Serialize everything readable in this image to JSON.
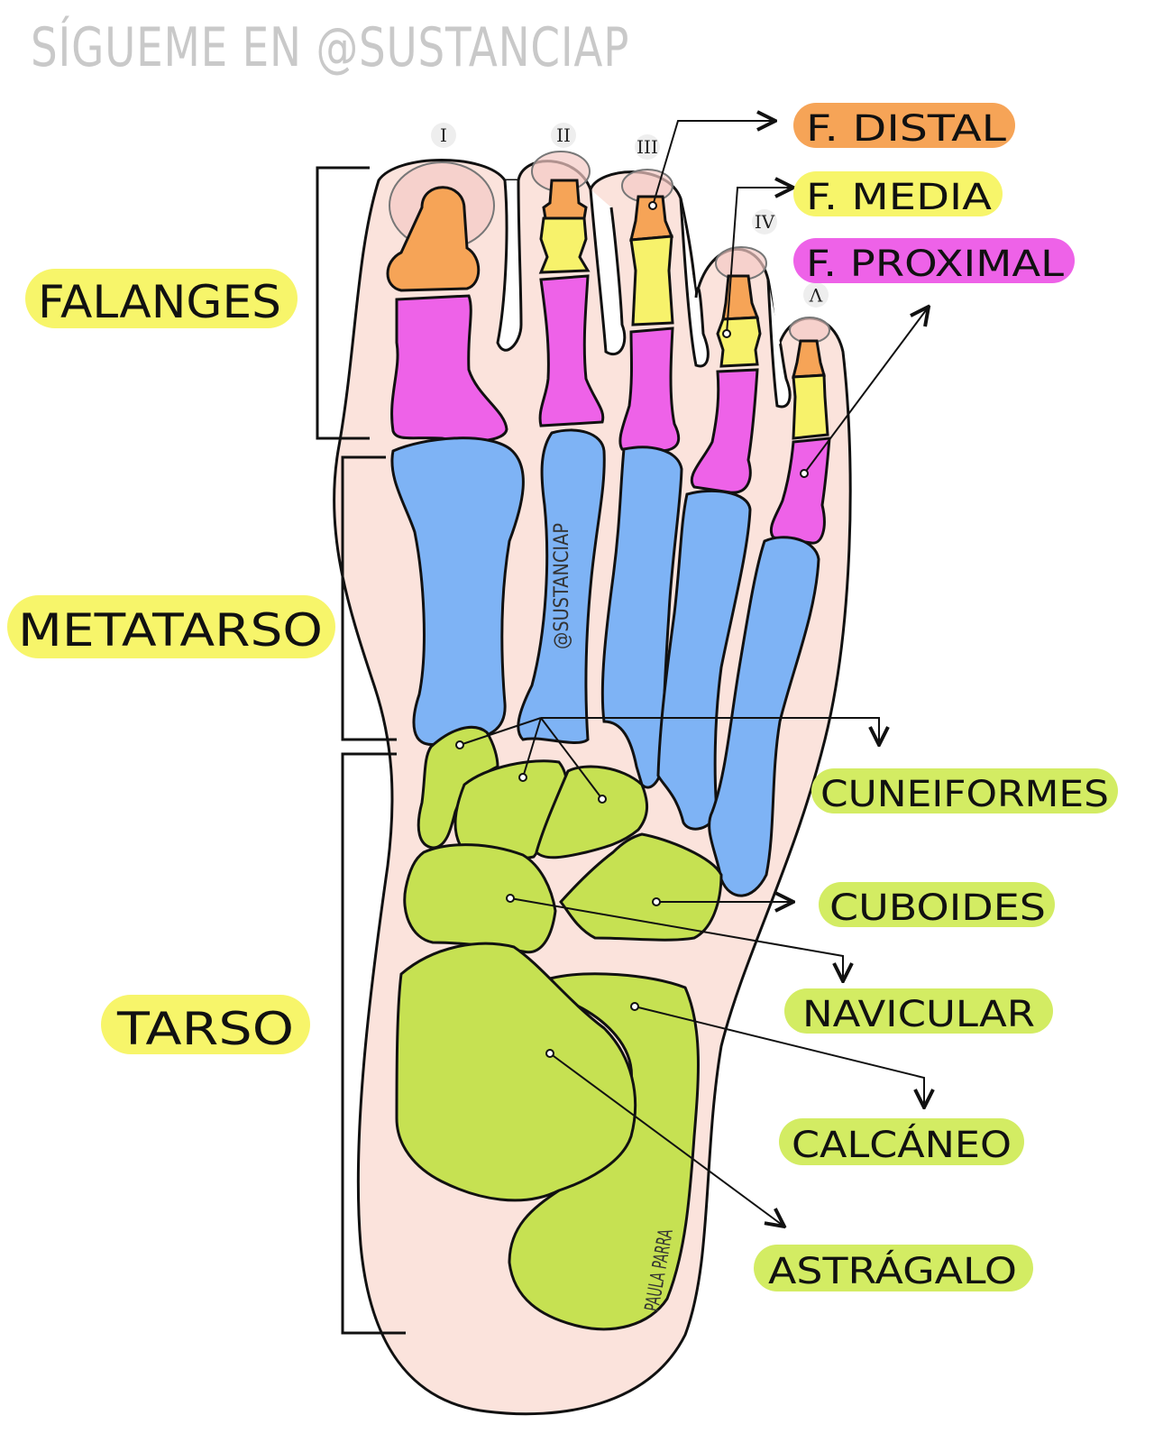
{
  "header": {
    "text": "SÍGUEME EN @SUSTANCIAP"
  },
  "groups": {
    "falanges": "FALANGES",
    "metatarso": "METATARSO",
    "tarso": "TARSO"
  },
  "phalanx_labels": {
    "distal": "F. DISTAL",
    "media": "F. MEDIA",
    "proximal": "F. PROXIMAL"
  },
  "tarsal_labels": {
    "cuneiformes": "CUNEIFORMES",
    "cuboides": "CUBOIDES",
    "navicular": "NAVICULAR",
    "calcaneo": "CALCÁNEO",
    "astragalo": "ASTRÁGALO"
  },
  "toe_numerals": [
    "I",
    "II",
    "III",
    "IV",
    "V"
  ],
  "watermarks": {
    "center": "@SUSTANCIAP",
    "signature": "PAULA PARRA"
  },
  "colors": {
    "skin": "#fbe3dc",
    "distal": "#f6a457",
    "media": "#f7f26b",
    "proximal": "#ee62e8",
    "metatarsal": "#7eb3f5",
    "tarsal": "#c6e152",
    "label_yellow": "#f7f56a",
    "label_green": "#d3ec63",
    "header_gray": "#c9c9c9"
  }
}
